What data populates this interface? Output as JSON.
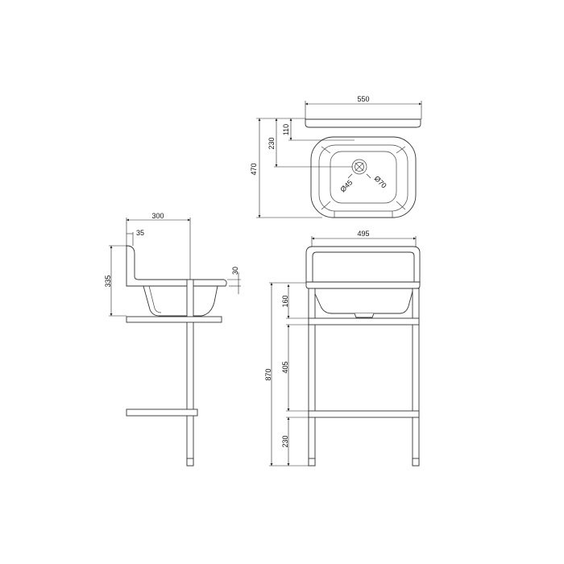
{
  "top_view": {
    "width_label": "550",
    "depth_label": "470",
    "drain_offset_label": "230",
    "tap_offset_label": "110",
    "drain_inner_label": "Ø45",
    "drain_outer_label": "Ø70"
  },
  "side_view": {
    "depth_label": "300",
    "upstand_label": "35",
    "height_label": "335",
    "rim_label": "30"
  },
  "front_view": {
    "width_label": "495",
    "total_height_label": "870",
    "basin_to_shelf_label": "160",
    "shelf_gap_label": "405",
    "lower_shelf_label": "230"
  }
}
